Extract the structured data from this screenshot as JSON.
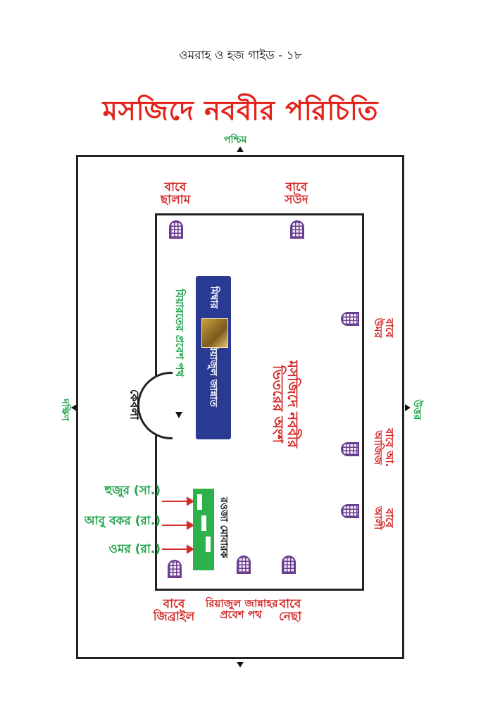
{
  "header": {
    "page_title": "ওমরাহ ও হজ গাইড - ১৮"
  },
  "title": "মসজিদে নববীর পরিচিতি",
  "directions": {
    "west": "পশ্চিম",
    "east": "উত্তর",
    "south": "দক্ষিণ"
  },
  "gates_top": [
    {
      "line1": "বাবে",
      "line2": "ছালাম"
    },
    {
      "line1": "বাবে",
      "line2": "সউদ"
    }
  ],
  "gates_bottom": [
    {
      "line1": "বাবে",
      "line2": "জিব্রাইল"
    },
    {
      "line1": "রিয়াজুল জান্নাহর",
      "line2": "প্রবেশ পথ"
    },
    {
      "line1": "বাবে",
      "line2": "নেছা"
    }
  ],
  "gates_right": [
    {
      "line1": "বাবে",
      "line2": "উমর"
    },
    {
      "line1": "বাবে আ.",
      "line2": "আজিজ"
    },
    {
      "line1": "বাবে",
      "line2": "আলী"
    }
  ],
  "labels": {
    "qibla": "কেবলা",
    "ziyarat_path": "যিয়ারতের প্রবেশ পথ",
    "riyazul_jannat": "রিয়াজুল জান্নাত",
    "mimbar": "মিম্বার",
    "inner_part_line1": "মসজিদে নববীর",
    "inner_part_line2": "ভিতরের অংশ",
    "rawza": "রওজা মোবারক"
  },
  "graves": [
    {
      "label": "হুজুর (সা.)"
    },
    {
      "label": "আবু বকর (রা.)"
    },
    {
      "label": "ওমর (রা.)"
    }
  ],
  "colors": {
    "title": "#e2231a",
    "label_red": "#d42a2a",
    "label_green": "#1fa34a",
    "blue_panel": "#2a3a93",
    "rawza": "#2db14a"
  }
}
